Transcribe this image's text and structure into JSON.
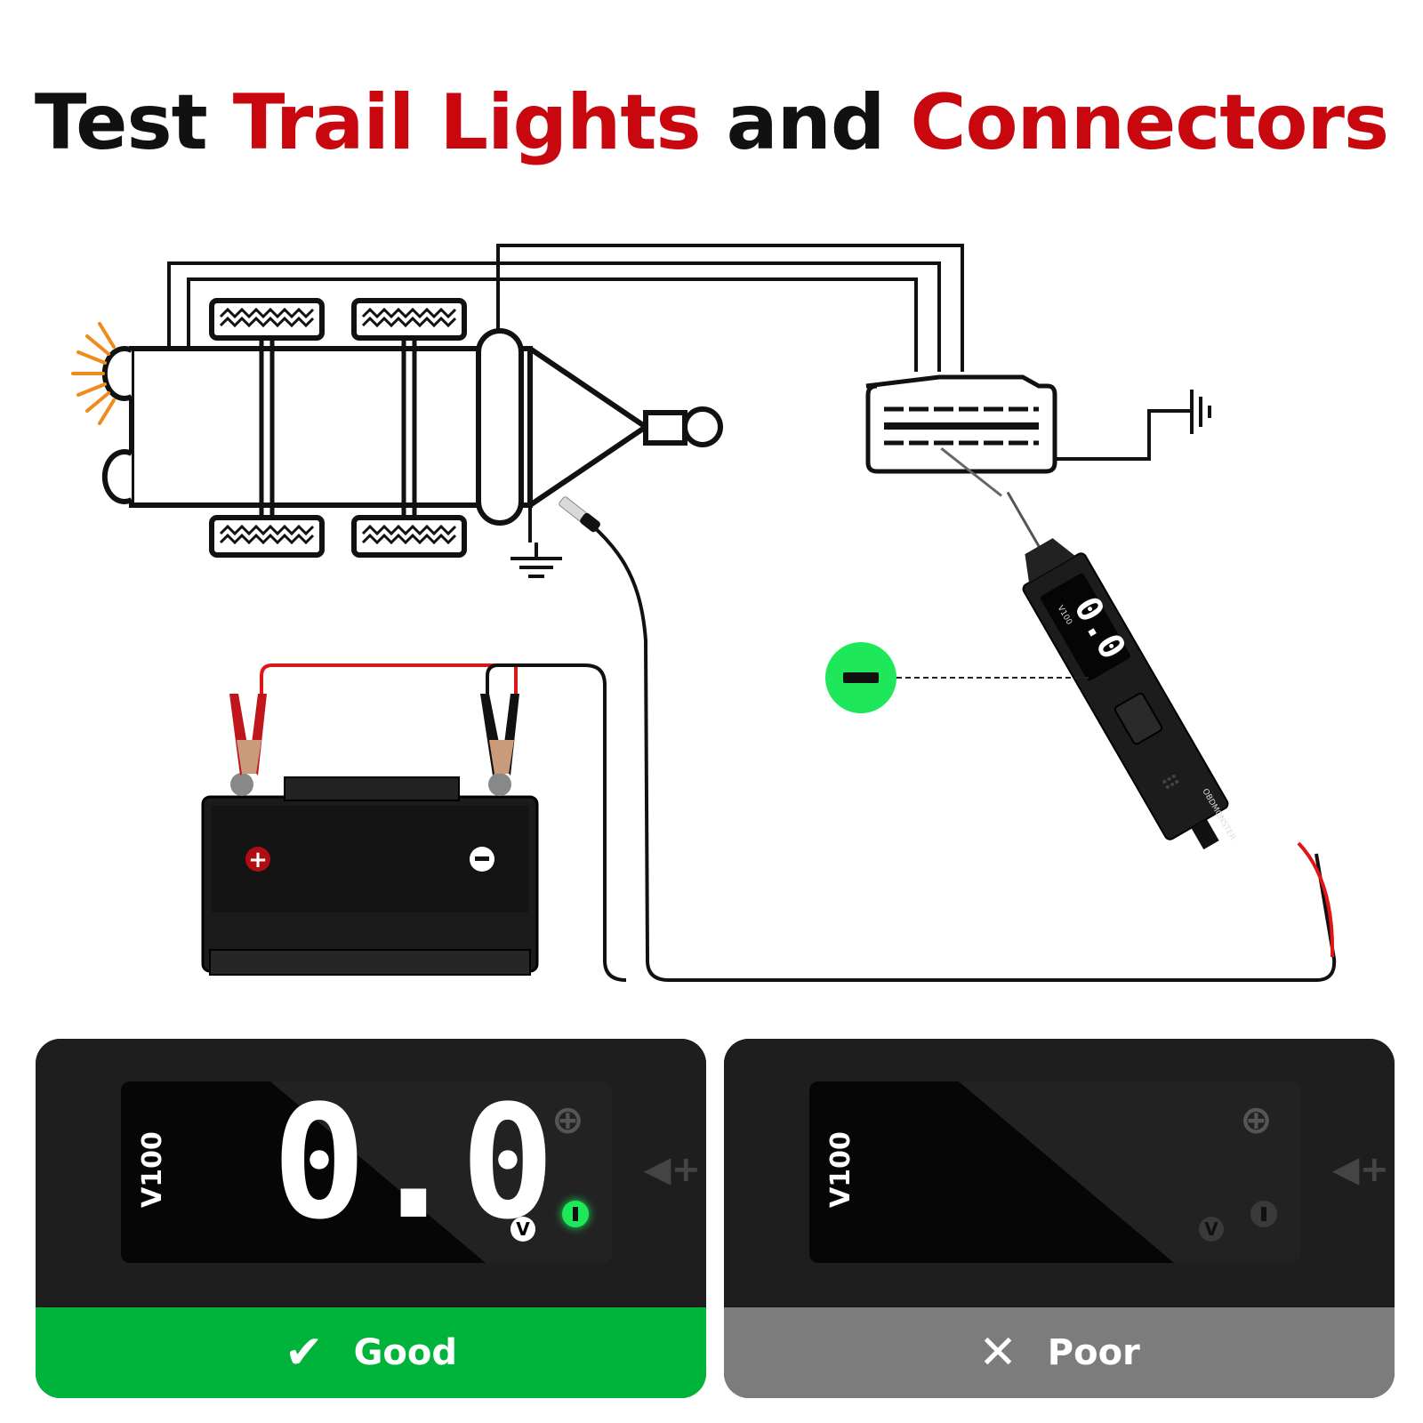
{
  "title": {
    "part1": "Test ",
    "part2": "Trail Lights",
    "part3": " and ",
    "part4": "Connectors"
  },
  "colors": {
    "red": "#c8070e",
    "black": "#111111",
    "good_green": "#00b33a",
    "poor_gray": "#7c7c7c",
    "indicator_green": "#1ee85a",
    "wire_red": "#e01515",
    "light_orange": "#f08a1c"
  },
  "tester": {
    "model": "V100",
    "brand": "OBDMONSTER",
    "display": "0.0"
  },
  "indicator_icon": "minus-icon",
  "panels": [
    {
      "model": "V100",
      "reading": "0.0",
      "unit": "V",
      "status": "Good",
      "status_icon": "checkmark-icon",
      "status_color": "#00b33a"
    },
    {
      "model": "V100",
      "reading": "",
      "unit": "V",
      "status": "Poor",
      "status_icon": "cross-icon",
      "status_color": "#7c7c7c"
    }
  ]
}
